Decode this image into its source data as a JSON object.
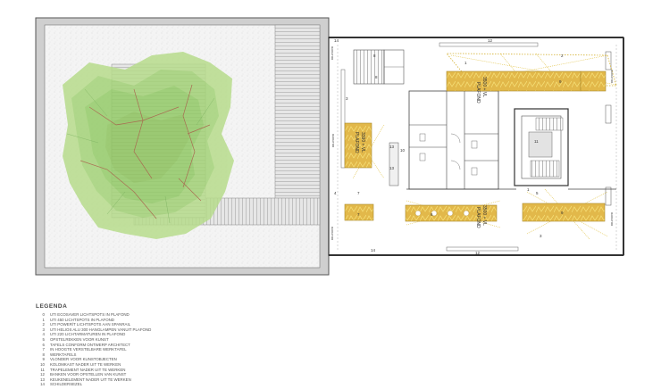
{
  "plan": {
    "ceiling_labels": [
      {
        "line1": "PLAFOND",
        "line2": "3500 + VL"
      },
      {
        "line1": "PLAFOND",
        "line2": "3390 + VL"
      },
      {
        "line1": "PLAFOND",
        "line2": "3500 + VL"
      }
    ],
    "callouts": [
      "12",
      "13",
      "10",
      "9",
      "9",
      "8",
      "8",
      "3",
      "4",
      "7",
      "7",
      "6",
      "3",
      "2",
      "1",
      "1",
      "5",
      "11",
      "14",
      "14",
      "12",
      "13"
    ],
    "side_labels": [
      "RADIATOR",
      "RADIATOR",
      "RADIATOR",
      "RADIATOR",
      "RADIATOR"
    ]
  },
  "legend": {
    "title": "LEGENDA",
    "items": [
      {
        "num": "0",
        "text": "UTI ECOSAVER LICHTSPOTS IN PLAFOND"
      },
      {
        "num": "1",
        "text": "UTI 450 LICHTSPOTS IN PLAFOND"
      },
      {
        "num": "2",
        "text": "UTI POWER/T LICHTSPOTS AAN SPANRAIL"
      },
      {
        "num": "3",
        "text": "UTI HELIOS ALU 300 HANGLAMPEN VANUIT PLAFOND"
      },
      {
        "num": "4",
        "text": "UTI 220 LICHTARMATUREN IN PLAFOND"
      },
      {
        "num": "5",
        "text": "OPSTELREKKEN VOOR KUNST"
      },
      {
        "num": "6",
        "text": "TAFELS CONFORM ONTWERP ARCHITECT"
      },
      {
        "num": "7",
        "text": "IN HOOGTE VERSTELBARE WERKTAFEL"
      },
      {
        "num": "8",
        "text": "WERKTAFELS"
      },
      {
        "num": "9",
        "text": "VLONDER VOOR KUNSTOBJECTEN"
      },
      {
        "num": "10",
        "text": "KOLOMKAST NADER UIT TE WERKEN"
      },
      {
        "num": "11",
        "text": "TRAPELEMENT NADER UIT TE WERKEN"
      },
      {
        "num": "12",
        "text": "BANKEN VOOR OPSTELLEN VAN KUNST"
      },
      {
        "num": "13",
        "text": "KEUKENELEMENT NADER UIT TE WERKEN"
      },
      {
        "num": "14",
        "text": "SCHILDERSEZEL"
      }
    ]
  }
}
